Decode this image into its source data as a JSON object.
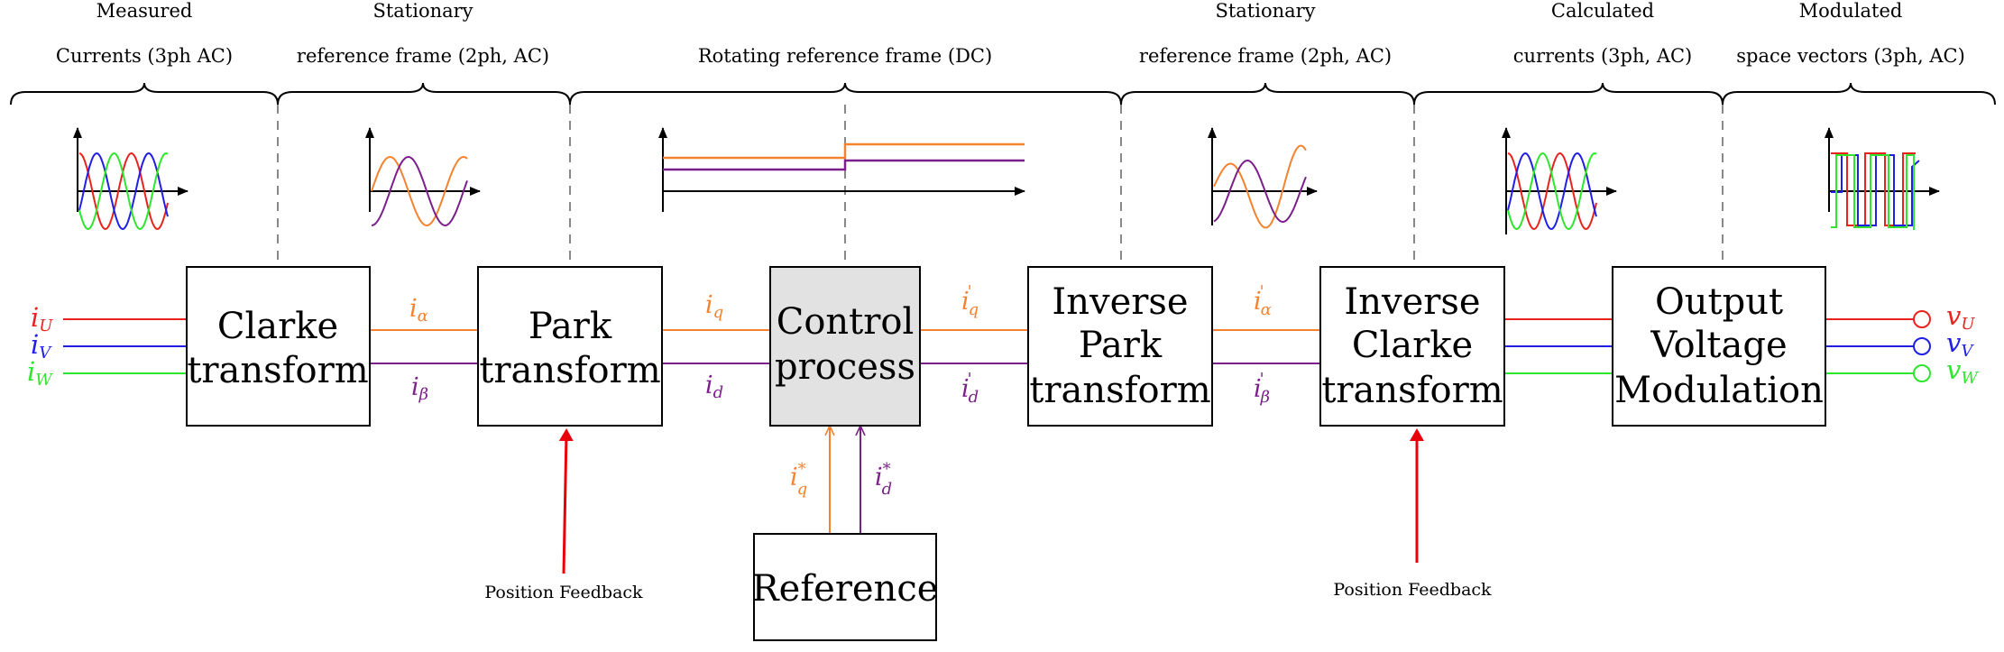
{
  "colors": {
    "phase_u": "#e8231d",
    "phase_v": "#1f1fe6",
    "phase_w": "#2ee62e",
    "alpha_q": "#f5822e",
    "beta_d": "#7b1f8a",
    "control_fill": "#e2e2e2",
    "feedback_arrow": "#e8000b"
  },
  "headers": [
    {
      "line1": "Measured",
      "line2": "Currents (3ph AC)"
    },
    {
      "line1": "Stationary",
      "line2": "reference frame (2ph, AC)"
    },
    {
      "line1": "",
      "line2": "Rotating reference frame (DC)"
    },
    {
      "line1": "Stationary",
      "line2": "reference frame (2ph, AC)"
    },
    {
      "line1": "Calculated",
      "line2": "currents (3ph, AC)"
    },
    {
      "line1": "Modulated",
      "line2": "space vectors (3ph, AC)"
    }
  ],
  "blocks": {
    "clarke": {
      "line1": "Clarke",
      "line2": "transform"
    },
    "park": {
      "line1": "Park",
      "line2": "transform"
    },
    "control": {
      "line1": "Control",
      "line2": "process"
    },
    "inverse_park": {
      "line1": "Inverse",
      "line2": "Park",
      "line3": "transform"
    },
    "inverse_clarke": {
      "line1": "Inverse",
      "line2": "Clarke",
      "line3": "transform"
    },
    "output_modulation": {
      "line1": "Output",
      "line2": "Voltage",
      "line3": "Modulation"
    },
    "reference": {
      "line1": "Reference"
    }
  },
  "inputs": {
    "u": "U",
    "v": "V",
    "w": "W",
    "base": "i"
  },
  "outputs": {
    "u": "U",
    "v": "V",
    "w": "W",
    "base": "v"
  },
  "signals": {
    "alpha": "α",
    "beta": "β",
    "q": "q",
    "d": "d",
    "i": "i",
    "prime": "'",
    "star": "*"
  },
  "feedback": {
    "left_label": "Position Feedback",
    "right_label": "Position Feedback"
  }
}
